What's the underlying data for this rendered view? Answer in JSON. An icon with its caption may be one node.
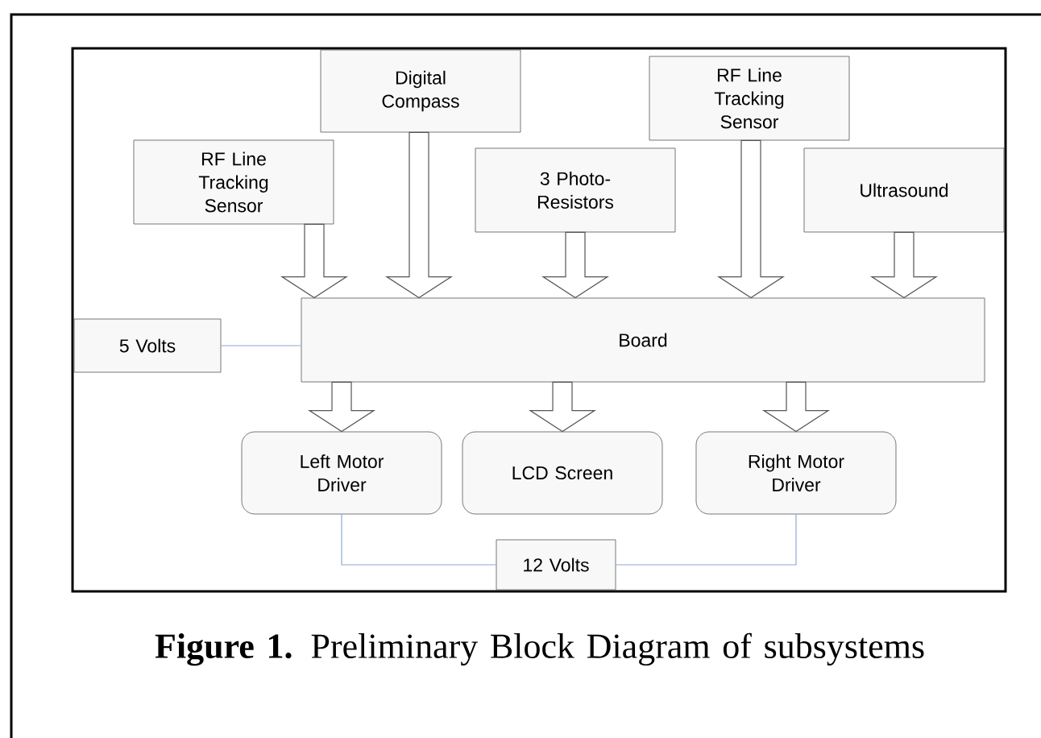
{
  "diagram": {
    "caption": "**Figure 1.**  Preliminary Block Diagram of subsystems",
    "nodes": [
      {
        "text": [
          "RF Line Tracking Sensor"
        ]
      },
      {
        "text": [
          "Digital Compass"
        ]
      },
      {
        "text": [
          "3 Photo-Resistors"
        ]
      },
      {
        "text": [
          "RF Line Tracking Sensor"
        ]
      },
      {
        "text": [
          "Ultrasound"
        ]
      },
      {
        "text": [
          "Board"
        ]
      },
      {
        "text": [
          "5 Volts"
        ]
      },
      {
        "text": [
          "Left Motor Driver"
        ]
      },
      {
        "text": [
          "LCD Screen"
        ]
      },
      {
        "text": [
          "Right Motor Driver"
        ]
      },
      {
        "text": [
          "12 Volts"
        ]
      }
    ],
    "edges": [
      {
        "from": 0,
        "to": 5,
        "arrow": "to"
      },
      {
        "from": 1,
        "to": 5,
        "arrow": "to"
      },
      {
        "from": 2,
        "to": 5,
        "arrow": "to"
      },
      {
        "from": 3,
        "to": 5,
        "arrow": "to"
      },
      {
        "from": 4,
        "to": 5,
        "arrow": "to"
      },
      {
        "from": 5,
        "to": 7,
        "arrow": "to"
      },
      {
        "from": 5,
        "to": 8,
        "arrow": "to"
      },
      {
        "from": 5,
        "to": 9,
        "arrow": "to"
      },
      {
        "from": 6,
        "to": 5,
        "arrow": "none",
        "color": "#8eaad4"
      },
      {
        "from": 7,
        "to": 10,
        "arrow": "none",
        "color": "#8eaad4"
      },
      {
        "from": 9,
        "to": 10,
        "arrow": "none",
        "color": "#8eaad4"
      }
    ]
  }
}
